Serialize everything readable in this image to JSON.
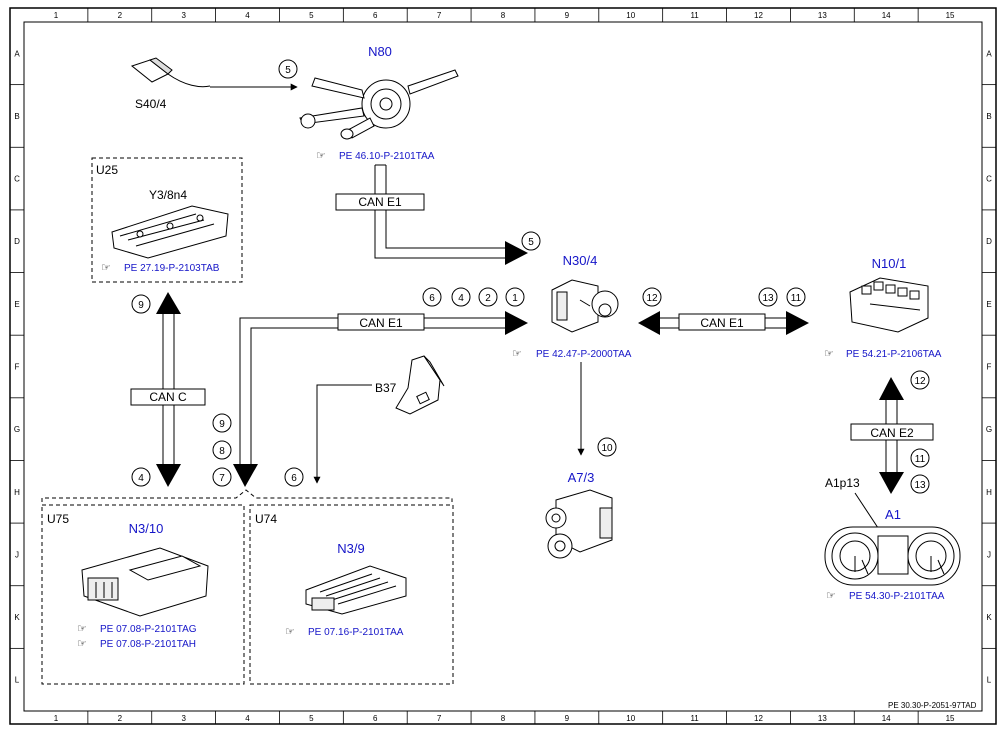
{
  "grid": {
    "columns": [
      "1",
      "2",
      "3",
      "4",
      "5",
      "6",
      "7",
      "8",
      "9",
      "10",
      "11",
      "12",
      "13",
      "14",
      "15"
    ],
    "rows": [
      "A",
      "B",
      "C",
      "D",
      "E",
      "F",
      "G",
      "H",
      "J",
      "K",
      "L"
    ]
  },
  "colors": {
    "link": "#1515c8",
    "line": "#000000"
  },
  "components": {
    "s40_4": {
      "label": "S40/4"
    },
    "n80": {
      "label": "N80",
      "ref": "PE 46.10-P-2101TAA"
    },
    "u25": {
      "group": "U25",
      "label": "Y3/8n4",
      "ref": "PE 27.19-P-2103TAB"
    },
    "n30_4": {
      "label": "N30/4",
      "ref": "PE 42.47-P-2000TAA"
    },
    "n10_1": {
      "label": "N10/1",
      "ref": "PE 54.21-P-2106TAA"
    },
    "b37": {
      "label": "B37"
    },
    "a7_3": {
      "label": "A7/3"
    },
    "a1": {
      "label": "A1",
      "sublabel": "A1p13",
      "ref": "PE 54.30-P-2101TAA"
    },
    "u75": {
      "group": "U75",
      "label": "N3/10",
      "refs": [
        "PE 07.08-P-2101TAG",
        "PE 07.08-P-2101TAH"
      ]
    },
    "u74": {
      "group": "U74",
      "label": "N3/9",
      "ref": "PE 07.16-P-2101TAA"
    }
  },
  "buses": {
    "can_e1_top": "CAN E1",
    "can_e1_mid": "CAN E1",
    "can_e1_right": "CAN E1",
    "can_c": "CAN C",
    "can_e2": "CAN E2"
  },
  "signals": {
    "s_5_top": "5",
    "s_5_mid": "5",
    "s_6": "6",
    "s_4": "4",
    "s_2": "2",
    "s_1": "1",
    "s_12_left": "12",
    "s_13": "13",
    "s_11": "11",
    "s_9_left": "9",
    "s_4_low": "4",
    "s_9": "9",
    "s_8": "8",
    "s_7": "7",
    "s_6_low": "6",
    "s_10": "10",
    "s_12_right": "12",
    "s_11_right": "11",
    "s_13_right": "13"
  },
  "footer": {
    "doc_ref": "PE 30.30-P-2051-97TAD"
  }
}
